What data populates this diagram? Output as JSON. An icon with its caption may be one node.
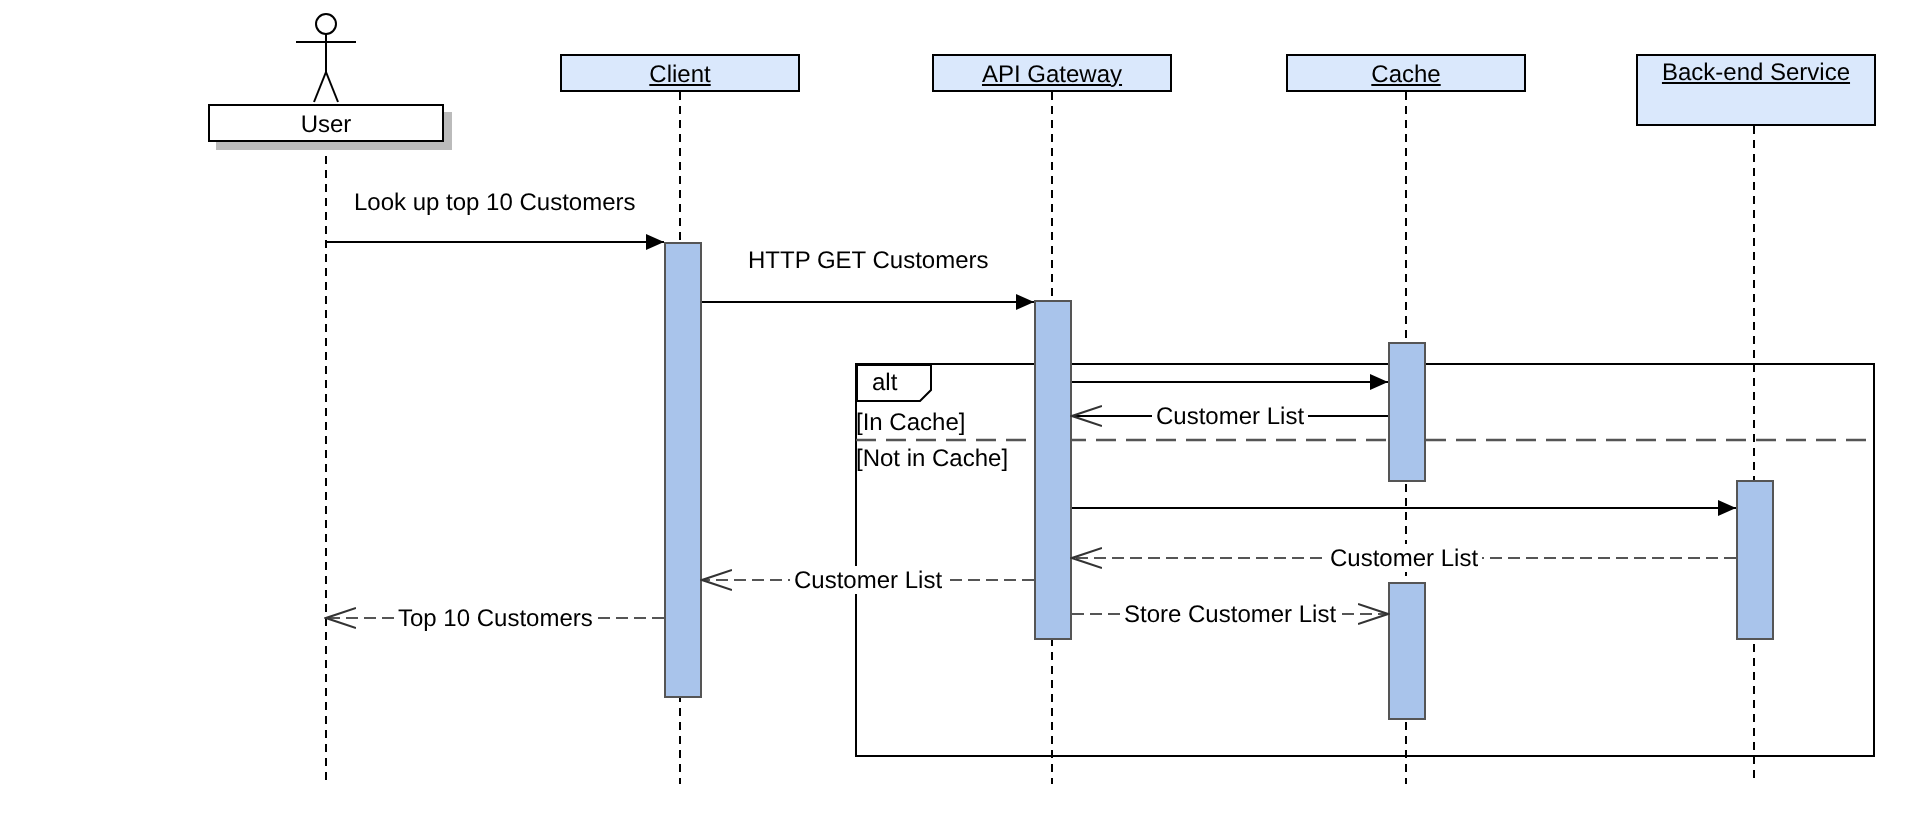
{
  "diagram": {
    "nodes": [
      {
        "text": [
          "User"
        ]
      },
      {
        "text": [
          "Client"
        ]
      },
      {
        "text": [
          "API Gateway"
        ]
      },
      {
        "text": [
          "Cache"
        ]
      },
      {
        "text": [
          "Back-end Service"
        ]
      },
      {
        "text": [],
        "shape": "bar"
      },
      {
        "text": [],
        "shape": "bar"
      },
      {
        "text": [
          "alt"
        ]
      },
      {
        "text": [],
        "shape": "bar"
      },
      {
        "text": [],
        "shape": "bar"
      },
      {
        "text": [],
        "shape": "bar"
      }
    ],
    "edges": [
      {
        "from": 0,
        "to": 5,
        "arrow": "to",
        "label": "Look up top 10 Customers"
      },
      {
        "from": 5,
        "to": 6,
        "arrow": "to",
        "label": "HTTP GET Customers"
      },
      {
        "from": 6,
        "to": 8,
        "arrow": "to"
      },
      {
        "from": 8,
        "to": 6,
        "arrow": "to",
        "label": "Customer List"
      },
      {
        "from": 6,
        "to": 9,
        "arrow": "to"
      },
      {
        "from": 9,
        "to": 6,
        "arrow": "to",
        "label": "Customer List",
        "style": "dashed"
      },
      {
        "from": 6,
        "to": 5,
        "arrow": "to",
        "label": "Customer List",
        "style": "dashed"
      },
      {
        "from": 6,
        "to": 10,
        "arrow": "to",
        "label": "Store Customer List",
        "style": "dashed"
      },
      {
        "from": 5,
        "to": 0,
        "arrow": "to",
        "label": "Top 10 Customers",
        "style": "dashed"
      }
    ],
    "labels": [
      "[In Cache]",
      "[Not in Cache]"
    ]
  }
}
